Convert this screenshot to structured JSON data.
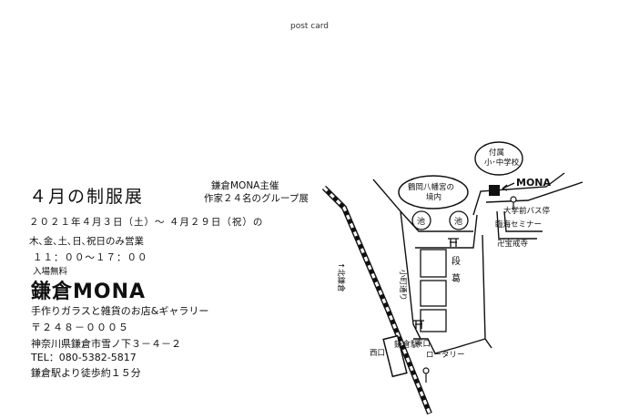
{
  "header": {
    "label": "post card"
  },
  "event": {
    "title": "４月の制服展",
    "organizer_line1": "鎌倉MONA主催",
    "organizer_line2": "作家２４名のグループ展",
    "dates": "２０２１年４月３日（土）～ ４月２９日（祝）の",
    "open_days": "木､金､土､日､祝日のみ営業",
    "hours": "１１：００～１７：００",
    "admission": "入場無料"
  },
  "shop": {
    "name": "鎌倉MONA",
    "description": "手作りガラスと雑貨のお店&ギャラリー",
    "zip": "〒２４８－０００５",
    "address": "神奈川県鎌倉市雪ノ下３－４－２",
    "tel": "TEL：080-5382-5817",
    "access": "鎌倉駅より徒歩約１５分"
  },
  "map": {
    "school": "付属\n小･中学校",
    "school_line1": "付属",
    "school_line2": "小･中学校",
    "shrine_line1": "鶴岡八幡宮の",
    "shrine_line2": "境内",
    "pond": "池",
    "mona": "MONA",
    "bus_stop": "大学前バス停",
    "seminar": "臨海セミナー",
    "temple": "卍宝戒寺",
    "kitakamakura": "↑北鎌倉",
    "komachi": "小町通り",
    "dankazura_1": "段",
    "dankazura_2": "葛",
    "west_exit": "西口",
    "east_exit": "東口",
    "rotary": "ロータリー",
    "station": "鎌倉駅"
  }
}
